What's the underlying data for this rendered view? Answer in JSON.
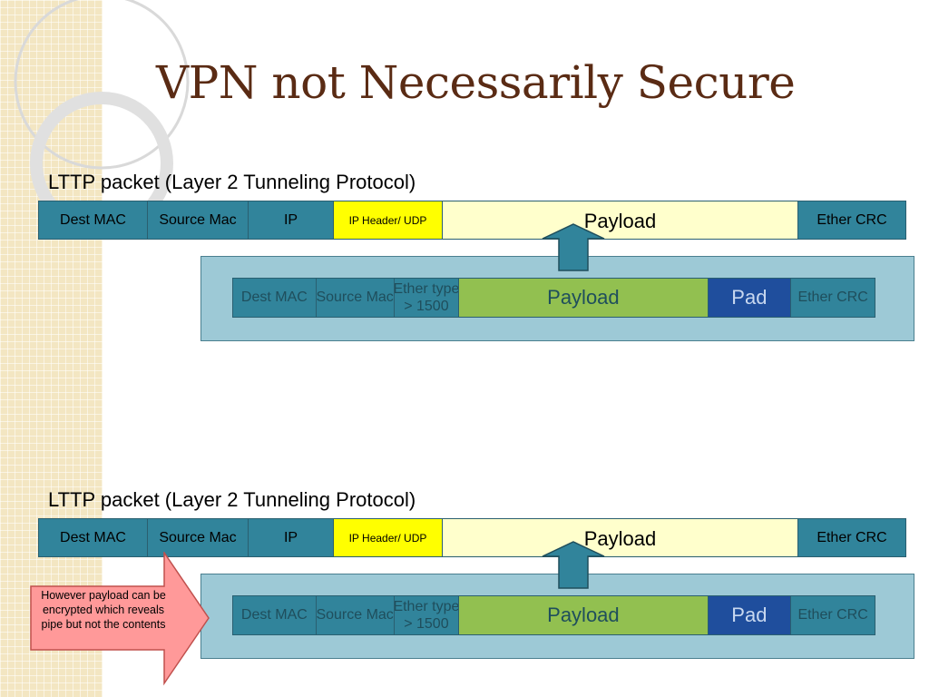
{
  "title": "VPN not Necessarily Secure",
  "colors": {
    "title": "#5a2b14",
    "teal": "#31849b",
    "yellow": "#ffff00",
    "payload_fill": "#ffffcc",
    "panel": "#9dc9d6",
    "green": "#92c050",
    "blue": "#1f4e9d",
    "callout": "#ff9999"
  },
  "diagrams": [
    {
      "caption": "LTTP packet (Layer 2 Tunneling Protocol)",
      "outer": {
        "dest_mac": "Dest MAC",
        "source_mac": "Source Mac",
        "ip": "IP",
        "ip_header": "IP Header/ UDP",
        "payload": "Payload",
        "crc": "Ether CRC"
      },
      "inner": {
        "dest_mac": "Dest MAC",
        "source_mac": "Source Mac",
        "ether_type_1": "Ether type",
        "ether_type_2": "> 1500",
        "payload": "Payload",
        "pad": "Pad",
        "crc": "Ether CRC"
      }
    },
    {
      "caption": "LTTP packet (Layer 2 Tunneling Protocol)",
      "outer": {
        "dest_mac": "Dest MAC",
        "source_mac": "Source Mac",
        "ip": "IP",
        "ip_header": "IP Header/ UDP",
        "payload": "Payload",
        "crc": "Ether CRC"
      },
      "inner": {
        "dest_mac": "Dest MAC",
        "source_mac": "Source Mac",
        "ether_type_1": "Ether type",
        "ether_type_2": "> 1500",
        "payload": "Payload",
        "pad": "Pad",
        "crc": "Ether CRC"
      }
    }
  ],
  "callout": "However payload can be encrypted which reveals pipe but not the contents"
}
